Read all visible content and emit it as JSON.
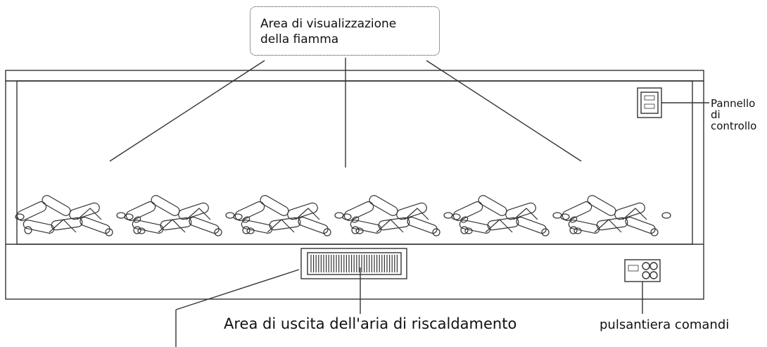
{
  "labels": {
    "flame_area": [
      "Area di visualizzazione",
      "della fiamma"
    ],
    "control_panel": [
      "Pannello",
      "di",
      "controllo"
    ],
    "heat_outlet": "Area di uscita dell'aria di riscaldamento",
    "keypad": "pulsantiera comandi"
  },
  "colors": {
    "line": "#333333",
    "background": "#ffffff"
  }
}
